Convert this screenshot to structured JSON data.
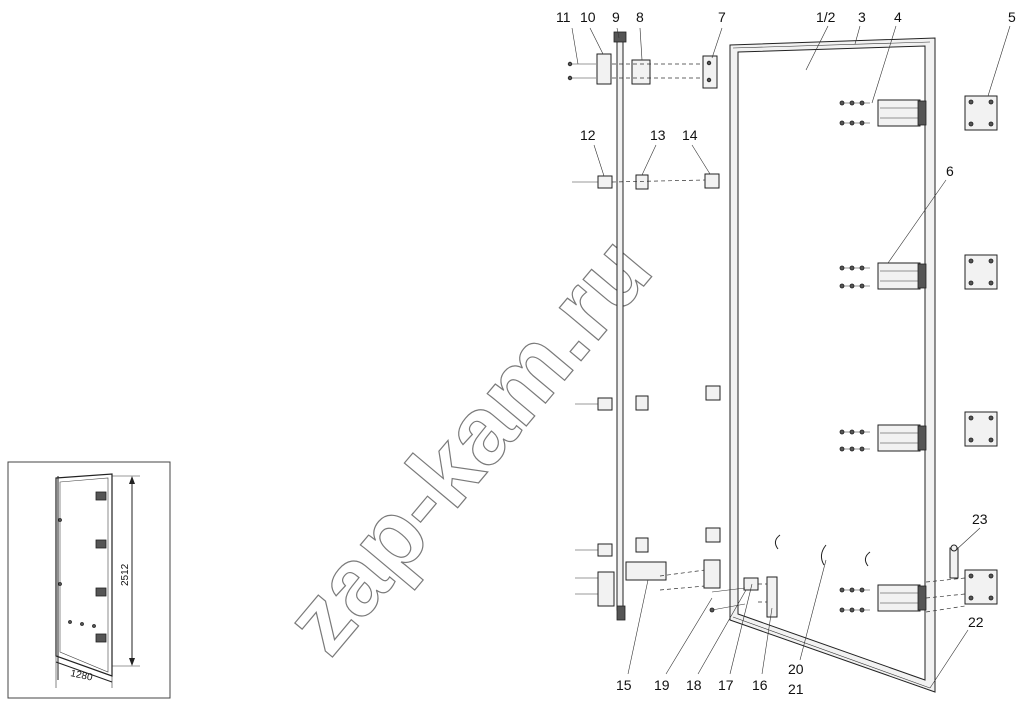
{
  "watermark": "zap-kam.ru",
  "callouts": [
    {
      "id": "c11",
      "text": "11"
    },
    {
      "id": "c10",
      "text": "10"
    },
    {
      "id": "c9",
      "text": "9"
    },
    {
      "id": "c8",
      "text": "8"
    },
    {
      "id": "c7",
      "text": "7"
    },
    {
      "id": "c1_2",
      "text": "1/2"
    },
    {
      "id": "c3",
      "text": "3"
    },
    {
      "id": "c4",
      "text": "4"
    },
    {
      "id": "c5",
      "text": "5"
    },
    {
      "id": "c12",
      "text": "12"
    },
    {
      "id": "c13",
      "text": "13"
    },
    {
      "id": "c14",
      "text": "14"
    },
    {
      "id": "c6",
      "text": "6"
    },
    {
      "id": "c23",
      "text": "23"
    },
    {
      "id": "c22",
      "text": "22"
    },
    {
      "id": "c15",
      "text": "15"
    },
    {
      "id": "c19",
      "text": "19"
    },
    {
      "id": "c18",
      "text": "18"
    },
    {
      "id": "c17",
      "text": "17"
    },
    {
      "id": "c16",
      "text": "16"
    },
    {
      "id": "c20",
      "text": "20"
    },
    {
      "id": "c21",
      "text": "21"
    }
  ],
  "inset": {
    "height_dim": "2512",
    "width_dim": "1280"
  }
}
